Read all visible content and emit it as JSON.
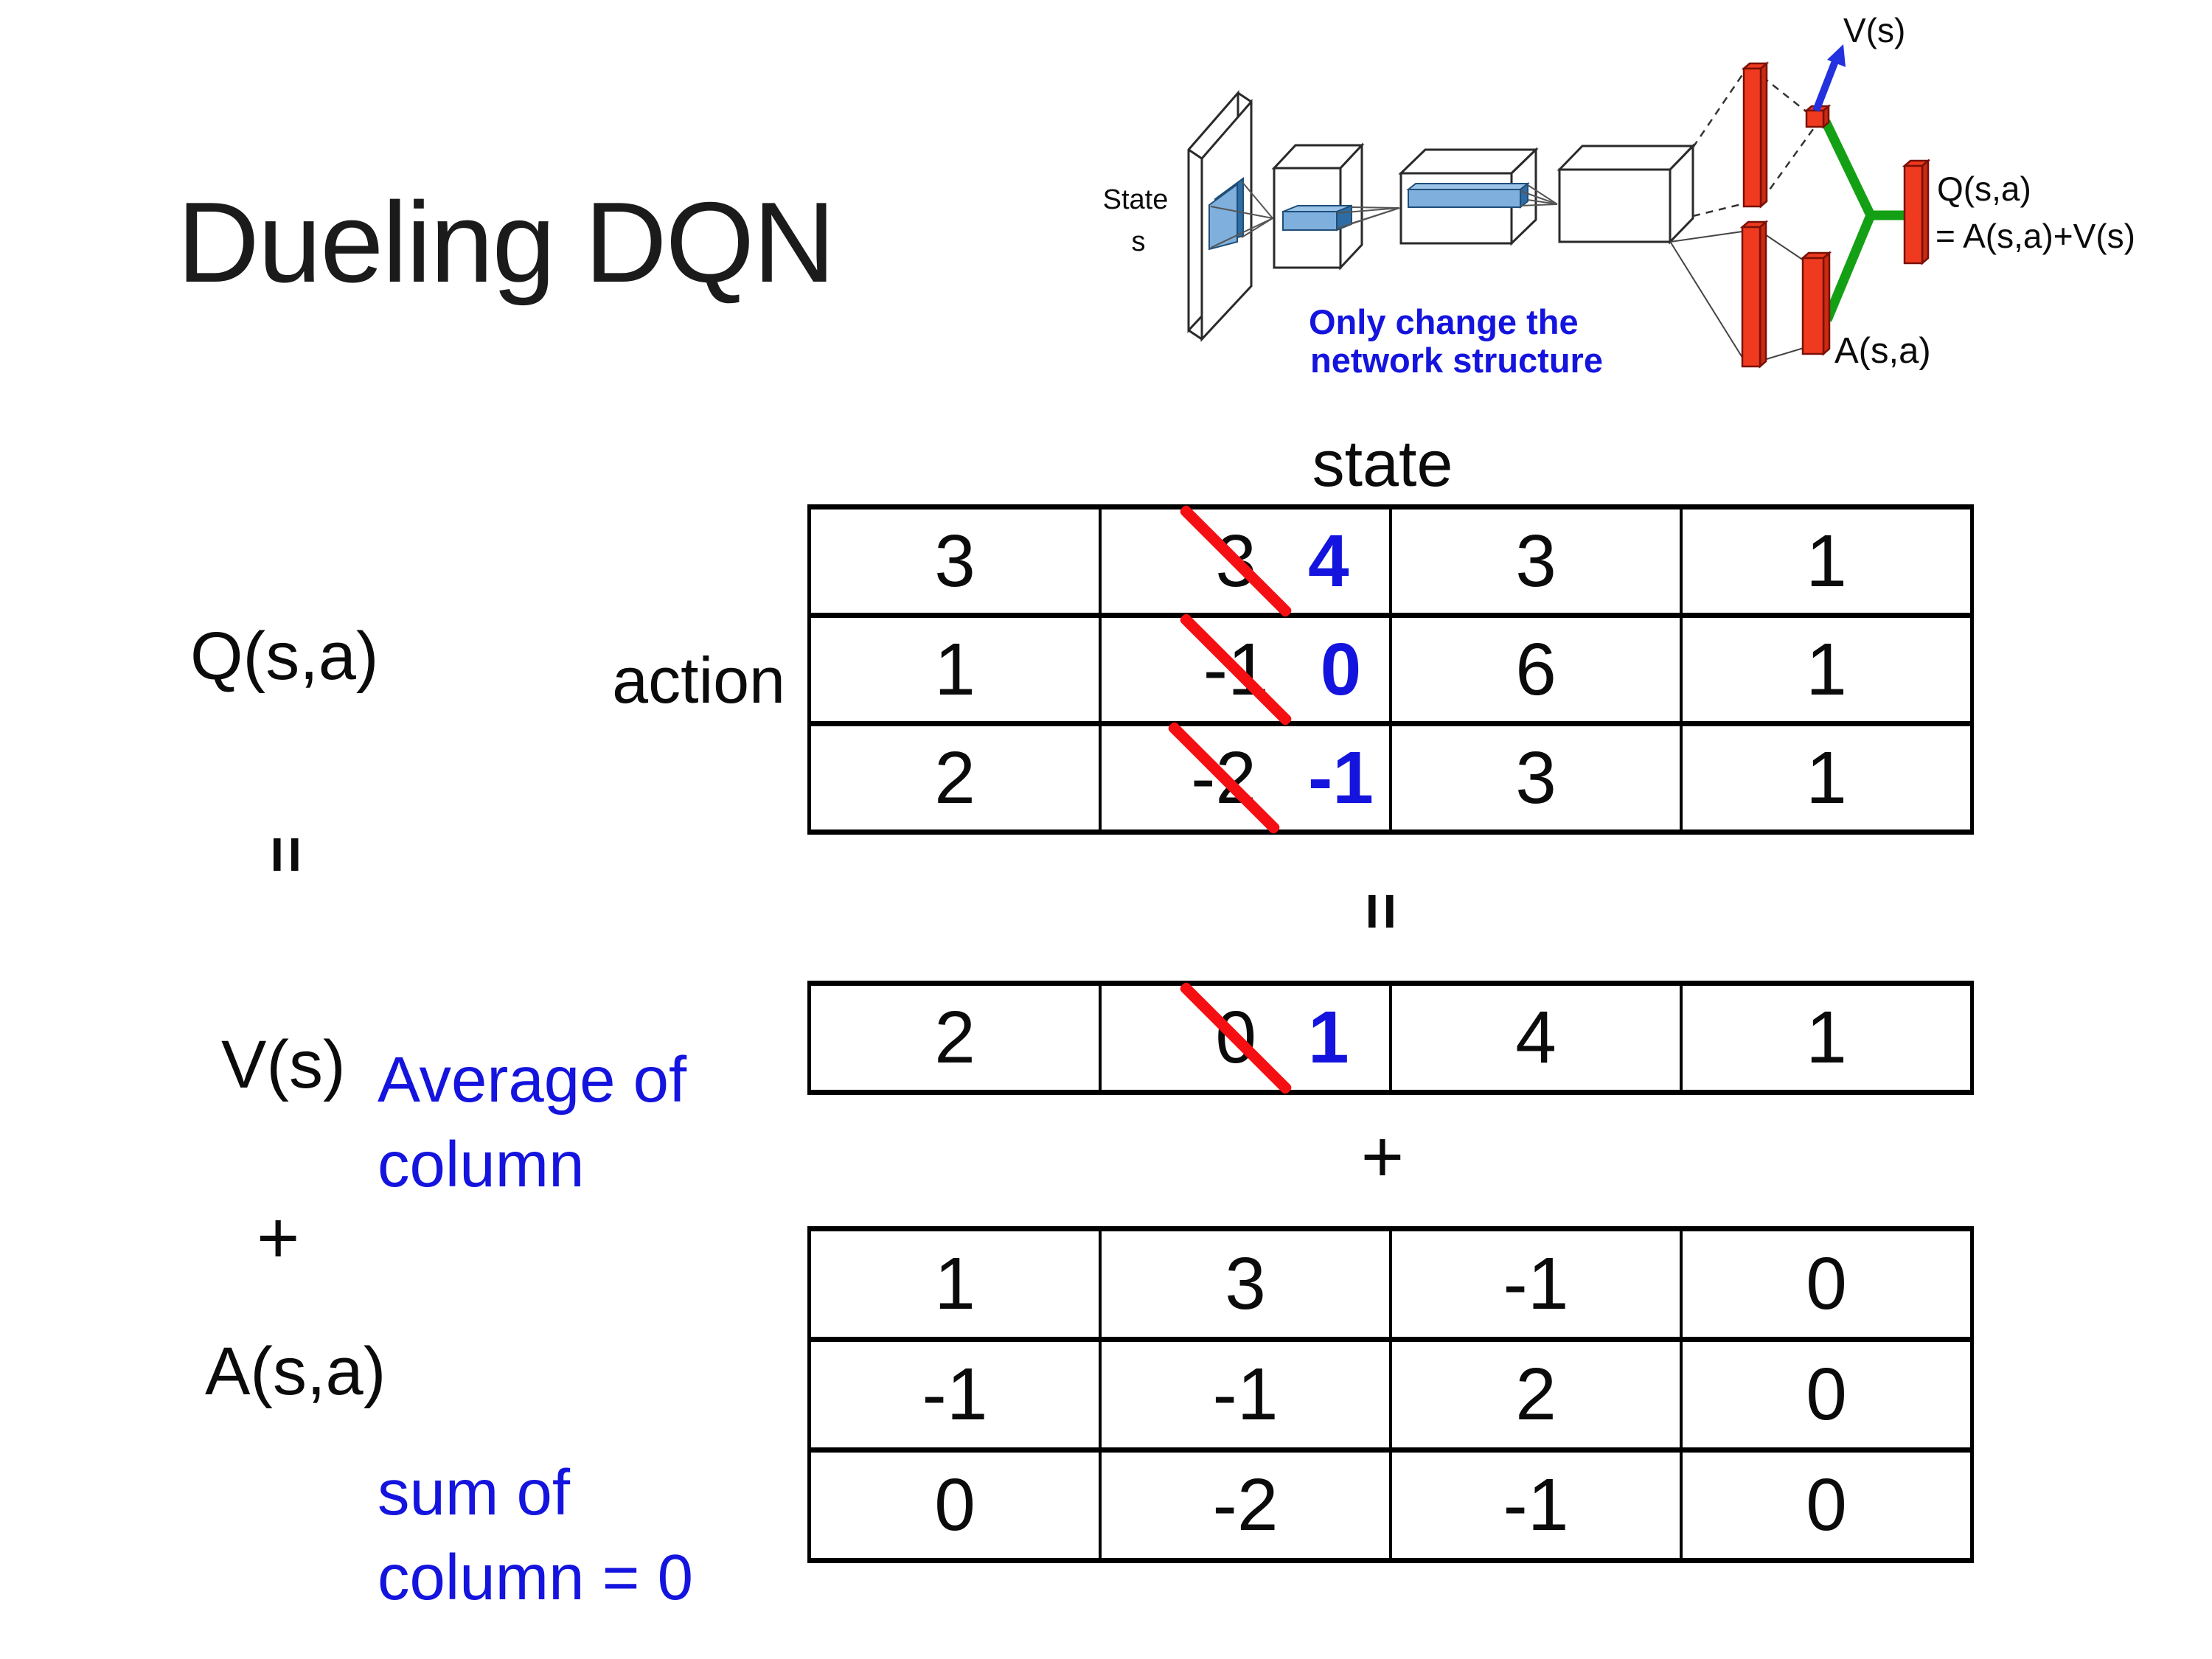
{
  "slide": {
    "title": "Dueling DQN",
    "background": "#ffffff"
  },
  "network_diagram": {
    "state_label_line1": "State",
    "state_label_line2": "s",
    "caption_line1": "Only change the",
    "caption_line2": "network structure",
    "v_output_label": "V(s)",
    "q_output_label_line1": "Q(s,a)",
    "q_output_label_line2": "= A(s,a)+V(s)",
    "a_output_label": "A(s,a)",
    "colors": {
      "feature_blue": "#7FAFDC",
      "feature_blue_dark": "#2E6DA4",
      "bar_red": "#EF3A1F",
      "bar_red_outline": "#7A1006",
      "link_green": "#14A014",
      "arrow_blue": "#2331DF",
      "caption_blue": "#1414DE"
    }
  },
  "decomposition": {
    "q_label": "Q(s,a)",
    "equals_left": "=",
    "v_label": "V(s)",
    "plus_left": "+",
    "a_label": "A(s,a)",
    "state_header": "state",
    "action_header": "action",
    "equals_center": "=",
    "plus_center": "+",
    "avg_note_line1": "Average of",
    "avg_note_line2": "column",
    "sum_note_line1": "sum of",
    "sum_note_line2": "column = 0",
    "note_blue": "#1414DE",
    "strike_red": "#F50F12",
    "corrected_blue": "#1414DE"
  },
  "q_table": {
    "rows": [
      {
        "cells": [
          {
            "v": "3"
          },
          {
            "old": "3",
            "new": "4"
          },
          {
            "v": "3"
          },
          {
            "v": "1"
          }
        ]
      },
      {
        "cells": [
          {
            "v": "1"
          },
          {
            "old": "-1",
            "new": "0"
          },
          {
            "v": "6"
          },
          {
            "v": "1"
          }
        ]
      },
      {
        "cells": [
          {
            "v": "2"
          },
          {
            "old": "-2",
            "new": "-1"
          },
          {
            "v": "3"
          },
          {
            "v": "1"
          }
        ]
      }
    ]
  },
  "v_table": {
    "rows": [
      {
        "cells": [
          {
            "v": "2"
          },
          {
            "old": "0",
            "new": "1"
          },
          {
            "v": "4"
          },
          {
            "v": "1"
          }
        ]
      }
    ]
  },
  "a_table": {
    "rows": [
      {
        "cells": [
          {
            "v": "1"
          },
          {
            "v": "3"
          },
          {
            "v": "-1"
          },
          {
            "v": "0"
          }
        ]
      },
      {
        "cells": [
          {
            "v": "-1"
          },
          {
            "v": "-1"
          },
          {
            "v": "2"
          },
          {
            "v": "0"
          }
        ]
      },
      {
        "cells": [
          {
            "v": "0"
          },
          {
            "v": "-2"
          },
          {
            "v": "-1"
          },
          {
            "v": "0"
          }
        ]
      }
    ]
  }
}
